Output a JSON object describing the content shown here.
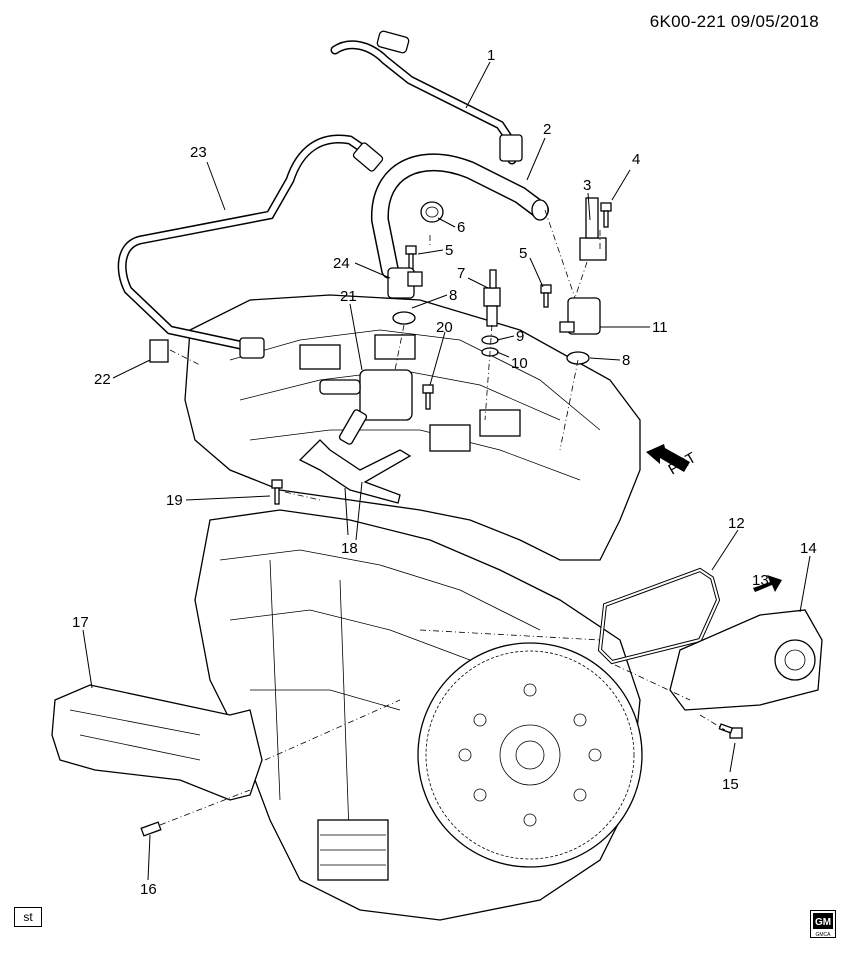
{
  "header": {
    "figure_code": "6K00-221",
    "date": "09/05/2018"
  },
  "badge": "st",
  "logo": {
    "top": "GM",
    "bottom": "GMCA"
  },
  "direction_label": "FRT",
  "callouts": [
    {
      "n": "1"
    },
    {
      "n": "2"
    },
    {
      "n": "3"
    },
    {
      "n": "4"
    },
    {
      "n": "5"
    },
    {
      "n": "5"
    },
    {
      "n": "6"
    },
    {
      "n": "7"
    },
    {
      "n": "8"
    },
    {
      "n": "8"
    },
    {
      "n": "9"
    },
    {
      "n": "10"
    },
    {
      "n": "11"
    },
    {
      "n": "12"
    },
    {
      "n": "13"
    },
    {
      "n": "14"
    },
    {
      "n": "15"
    },
    {
      "n": "16"
    },
    {
      "n": "17"
    },
    {
      "n": "18"
    },
    {
      "n": "19"
    },
    {
      "n": "20"
    },
    {
      "n": "21"
    },
    {
      "n": "22"
    },
    {
      "n": "23"
    },
    {
      "n": "24"
    }
  ]
}
